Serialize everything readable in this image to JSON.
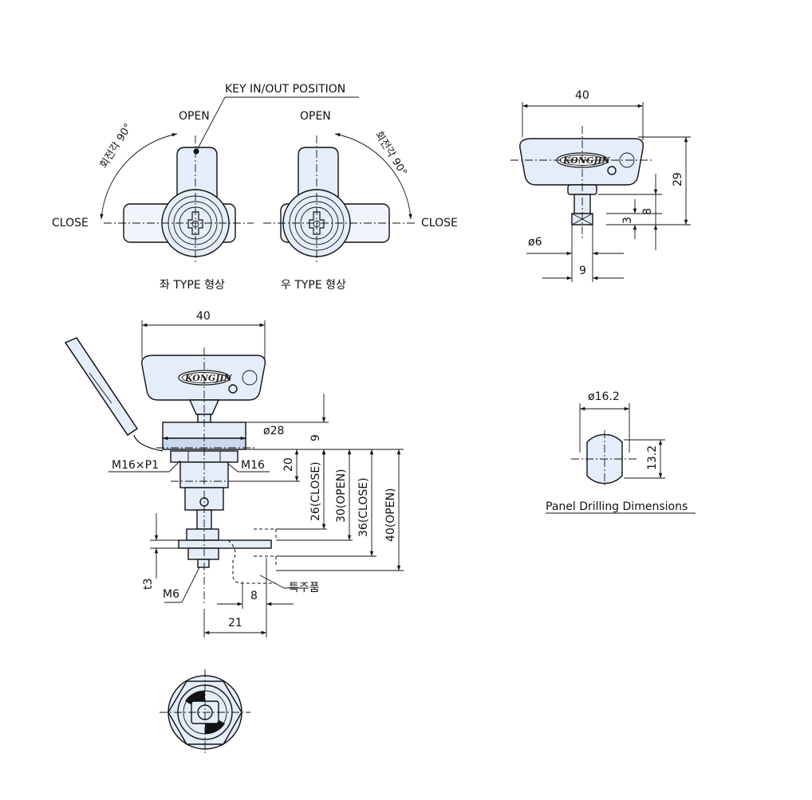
{
  "labels": {
    "key_position": "KEY IN/OUT POSITION",
    "open_left": "OPEN",
    "open_right": "OPEN",
    "close_left": "CLOSE",
    "close_right": "CLOSE",
    "rotation_left": "회전각 90°",
    "rotation_right": "회전각 90°",
    "type_left": "좌 TYPE 형상",
    "type_right": "우 TYPE 형상",
    "logo_key_top": "KONGJIN",
    "logo_side": "KONGJIN",
    "panel_drilling": "Panel Drilling Dimensions",
    "special_part": "특주품"
  },
  "dims": {
    "key_width": "40",
    "key_height": "29",
    "key_shaft_len": "8",
    "key_tip": "3",
    "key_dia": "ø6",
    "key_tip_width": "9",
    "side_width": "40",
    "side_dia": "ø28",
    "side_9": "9",
    "thread_main": "M16×P1",
    "thread_nut": "M16",
    "d20": "20",
    "d26": "26(CLOSE)",
    "d30": "30(OPEN)",
    "d36": "36(CLOSE)",
    "d40": "40(OPEN)",
    "t3": "t3",
    "m6": "M6",
    "d8": "8",
    "d21": "21",
    "hole_dia": "ø16.2",
    "hole_flat": "13.2"
  }
}
